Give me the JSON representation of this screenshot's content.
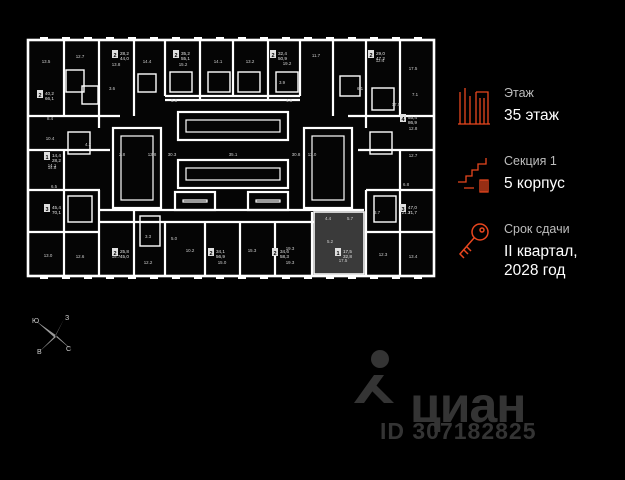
{
  "floor_label": "Этаж",
  "floor_value": "35 этаж",
  "section_label": "Секция 1",
  "section_value": "5 корпус",
  "deadline_label": "Срок сдачи",
  "deadline_value_1": "II квартал,",
  "deadline_value_2": "2028 год",
  "accent_color": "#e8461e",
  "compass": {
    "north": "Ю",
    "east": "З",
    "south": "С",
    "west": "В"
  },
  "watermark": {
    "brand": "циан",
    "id": "ID 307182825"
  },
  "units": [
    {
      "rooms": "2",
      "total": "28,2",
      "living": "44,0"
    },
    {
      "rooms": "2",
      "total": "35,2",
      "living": "55,1"
    },
    {
      "rooms": "2",
      "total": "32,4",
      "living": "50,9"
    },
    {
      "rooms": "2",
      "total": "29,0",
      "living": "47,2"
    },
    {
      "rooms": "2",
      "total": "40,2",
      "living": "66,1"
    },
    {
      "rooms": "4",
      "total": "55,4",
      "living": "86,9"
    },
    {
      "rooms": "1",
      "total": "14,4",
      "living": "28,2"
    },
    {
      "rooms": "3",
      "total": "45,4",
      "living": "70,1"
    },
    {
      "rooms": "3",
      "total": "47,0",
      "living": "71,7"
    },
    {
      "rooms": "2",
      "total": "25,8",
      "living": "45,0"
    },
    {
      "rooms": "2",
      "total": "34,1",
      "living": "56,9"
    },
    {
      "rooms": "2",
      "total": "34,6",
      "living": "58,3"
    },
    {
      "rooms": "1",
      "total": "17,5",
      "living": "32,8"
    }
  ],
  "room_areas": [
    "13.5",
    "12.7",
    "14.4",
    "13.8",
    "15.2",
    "14.1",
    "13.2",
    "19.2",
    "11.7",
    "17.5",
    "12.4",
    "17.5",
    "8.4",
    "7.1",
    "12.8",
    "12.7",
    "14.1",
    "10.4",
    "14.8",
    "6.5",
    "6.8",
    "19.3",
    "21.3",
    "13.0",
    "12.6",
    "15.7",
    "12.2",
    "15.0",
    "10.2",
    "15.3",
    "19.3",
    "17.5",
    "12.3",
    "13.4",
    "35.1",
    "30.3",
    "30.8",
    "12.8",
    "13.0",
    "2.8",
    "3.3",
    "5.0",
    "5.2",
    "4.4",
    "5.7",
    "3.7",
    "4.2",
    "3.9",
    "5.6",
    "4.6",
    "6.1",
    "3.6"
  ]
}
